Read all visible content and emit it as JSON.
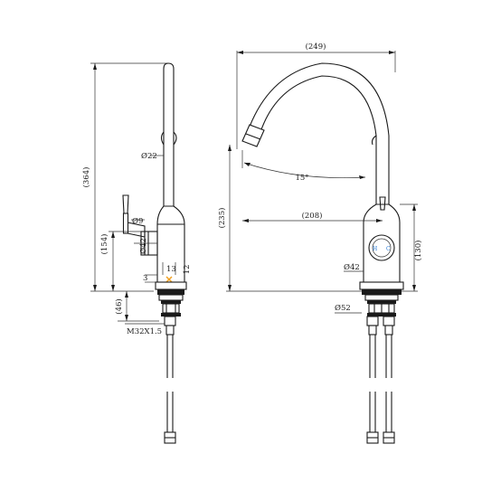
{
  "side_view": {
    "dimensions": {
      "total_height": "(364)",
      "body_height": "(154)",
      "spout_diameter": "Ø22",
      "handle_diameter": "Ø9",
      "body_diameter": "Ø42",
      "width_13": "13",
      "width_12": "12",
      "offset_3": "3",
      "shank_length": "(46)",
      "thread": "M32X1.5"
    }
  },
  "front_view": {
    "dimensions": {
      "total_width": "(249)",
      "swivel_angle": "15°",
      "height": "(235)",
      "reach": "(208)",
      "body_height": "(130)",
      "body_diameter": "Ø42",
      "base_diameter": "Ø52"
    },
    "handle_markings": {
      "hot": "H",
      "cold": "C"
    },
    "colors": {
      "hot": "#2a7bd6",
      "cold": "#2a7bd6",
      "marker": "#f0a020"
    }
  }
}
